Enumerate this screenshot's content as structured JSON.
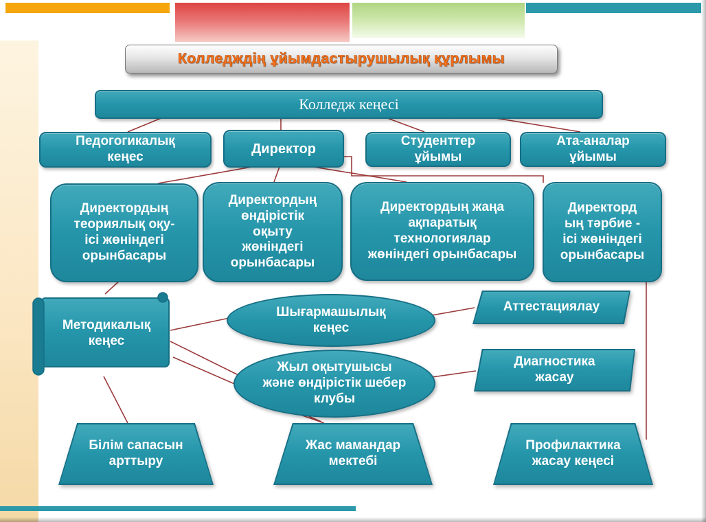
{
  "slide": {
    "title": "Колледждің ұйымдастырушылық құрлымы"
  },
  "nodes": {
    "college_council": "Колледж кеңесі",
    "pedagogical_council": "Педогогикалық кеңес",
    "director": "Директор",
    "students_org": "Студенттер ұйымы",
    "parents_org": "Ата-аналар ұйымы",
    "deputy_theory": "Директордың теориялық оқу-ісі жөніндегі орынбасары",
    "deputy_production": "Директордың өндірістік оқыту жөніндегі орынбасары",
    "deputy_it": "Директордың жаңа ақпаратық технологиялар жөніндегі орынбасары",
    "deputy_discipline": "Директорд ың тәрбие - ісі жөніндегі орынбасары",
    "methodical_council": "Методикалық кеңес",
    "creative_council": "Шығармашылық кеңес",
    "year_teacher_club": "Жыл оқытушысы және өндірістік шебер клубы",
    "attestation": "Аттестациялау",
    "diagnostics": "Диагностика жасау",
    "education_quality": "Білім сапасын арттыру",
    "young_specialists": "Жас мамандар мектебі",
    "prophylaxis_council": "Профилактика жасау кеңесі"
  },
  "colors": {
    "node_fill": "#2595aa",
    "node_border": "#166f85",
    "connector_line": "#9c3b3c",
    "title_text": "#f9731d",
    "bar_orange": "#f6a60a",
    "bar_teal": "#2b99aa"
  },
  "edges": [
    {
      "from": "college_council",
      "to": "pedagogical_council"
    },
    {
      "from": "college_council",
      "to": "director"
    },
    {
      "from": "college_council",
      "to": "students_org"
    },
    {
      "from": "college_council",
      "to": "parents_org"
    },
    {
      "from": "director",
      "to": "deputy_theory"
    },
    {
      "from": "director",
      "to": "deputy_production"
    },
    {
      "from": "director",
      "to": "deputy_it"
    },
    {
      "from": "director",
      "to": "deputy_discipline"
    },
    {
      "from": "deputy_theory",
      "to": "methodical_council"
    },
    {
      "from": "methodical_council",
      "to": "creative_council"
    },
    {
      "from": "methodical_council",
      "to": "year_teacher_club"
    },
    {
      "from": "methodical_council",
      "to": "education_quality"
    },
    {
      "from": "methodical_council",
      "to": "young_specialists"
    },
    {
      "from": "year_teacher_club",
      "to": "young_specialists"
    },
    {
      "from": "creative_council",
      "to": "attestation"
    },
    {
      "from": "year_teacher_club",
      "to": "diagnostics"
    },
    {
      "from": "deputy_discipline",
      "to": "prophylaxis_council"
    }
  ]
}
